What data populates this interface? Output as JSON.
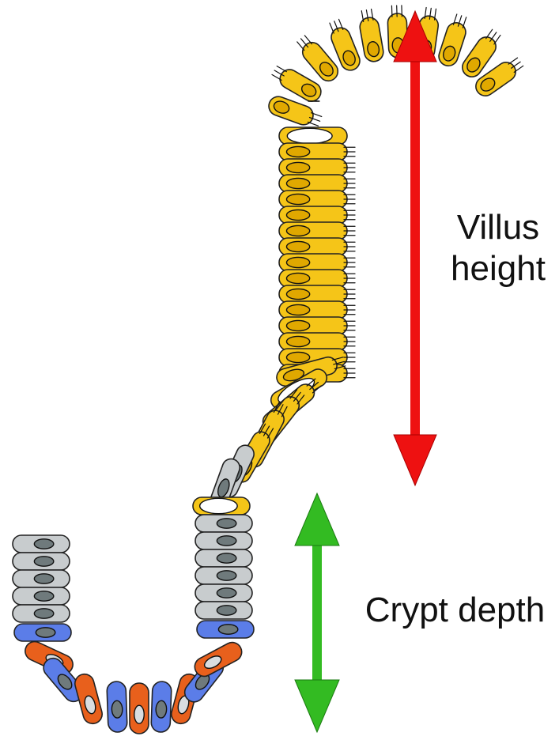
{
  "labels": {
    "villus_height": [
      "Villus",
      "height"
    ],
    "crypt_depth": "Crypt depth"
  },
  "arrows": {
    "villus_height": {
      "color": "#ee1111",
      "direction": "double"
    },
    "crypt_depth": {
      "color": "#33bb22",
      "direction": "double"
    }
  },
  "cell_types": {
    "enterocyte": {
      "fill": "#f5c518",
      "nucleus_fill": "#e0a800",
      "brush_border": true
    },
    "goblet": {
      "fill": "#f5c518",
      "vacuole_fill": "#ffffff"
    },
    "transit_amplifying": {
      "fill": "#c8ccce",
      "nucleus_fill": "#6f7a7c"
    },
    "stem_cell": {
      "fill": "#5b7de8",
      "nucleus_fill": "#6f7a7c"
    },
    "paneth": {
      "fill": "#e8601c",
      "nucleus_fill": "#d9dde0"
    }
  }
}
